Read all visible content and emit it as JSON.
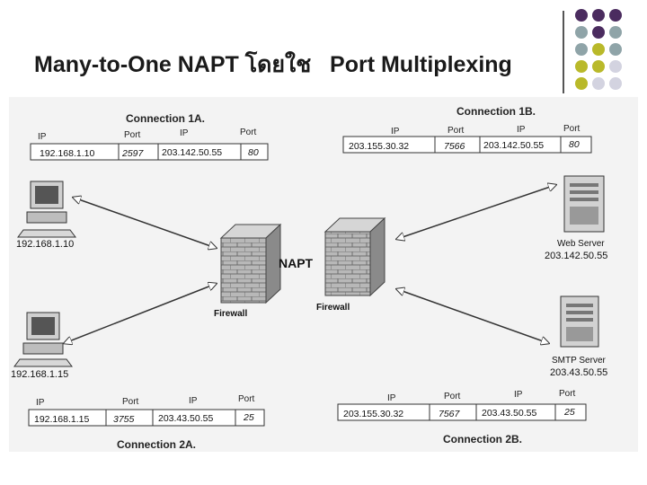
{
  "title": "Many-to-One NAPT โดยใช   Port Multiplexing",
  "deco_dot_colors": [
    "#4b2c5f",
    "#4b2c5f",
    "#4b2c5f",
    "#8fa4a8",
    "#4b2c5f",
    "#8fa4a8",
    "#8fa4a8",
    "#b9b92a",
    "#8fa4a8",
    "#b9b92a",
    "#b9b92a",
    "#d3d3e0",
    "#b9b92a",
    "#d3d3e0",
    "#d3d3e0"
  ],
  "diagram": {
    "napt_label": "NAPT",
    "firewall_label": "Firewall",
    "connections": [
      {
        "title": "Connection 1A.",
        "headers": [
          "IP",
          "Port",
          "IP",
          "Port"
        ],
        "cells": [
          "192.168.1.10",
          "2597",
          "203.142.50.55",
          "80"
        ]
      },
      {
        "title": "Connection 1B.",
        "headers": [
          "IP",
          "Port",
          "IP",
          "Port"
        ],
        "cells": [
          "203.155.30.32",
          "7566",
          "203.142.50.55",
          "80"
        ]
      },
      {
        "title": "Connection 2A.",
        "headers": [
          "IP",
          "Port",
          "IP",
          "Port"
        ],
        "cells": [
          "192.168.1.15",
          "3755",
          "203.43.50.55",
          "25"
        ]
      },
      {
        "title": "Connection 2B.",
        "headers": [
          "IP",
          "Port",
          "IP",
          "Port"
        ],
        "cells": [
          "203.155.30.32",
          "7567",
          "203.43.50.55",
          "25"
        ]
      }
    ],
    "hosts": [
      {
        "label": "192.168.1.10"
      },
      {
        "label": "192.168.1.15"
      },
      {
        "name": "Web Server",
        "label": "203.142.50.55"
      },
      {
        "name": "SMTP Server",
        "label": "203.43.50.55"
      }
    ]
  }
}
